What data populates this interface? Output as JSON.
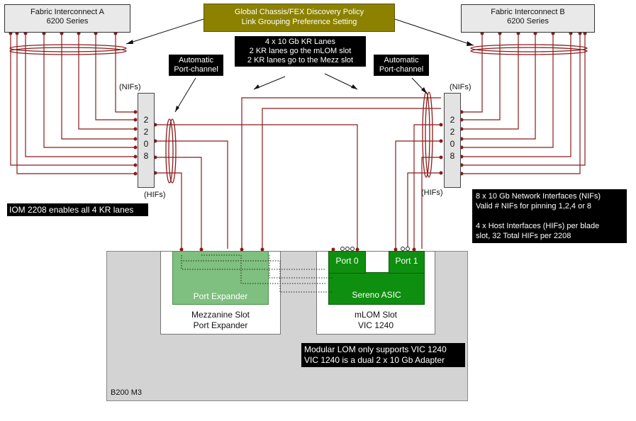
{
  "fi_a": {
    "name": "Fabric Interconnect A",
    "series": "6200 Series"
  },
  "fi_b": {
    "name": "Fabric Interconnect B",
    "series": "6200 Series"
  },
  "policy": {
    "line1": "Global Chassis/FEX Discovery Policy",
    "line2": "Link Grouping Preference Setting"
  },
  "kr_note": {
    "line1": "4 x 10 Gb KR Lanes",
    "line2": "2 KR lanes go the mLOM slot",
    "line3": "2 KR lanes go to the Mezz slot"
  },
  "auto_pc_left": {
    "line1": "Automatic",
    "line2": "Port-channel"
  },
  "auto_pc_right": {
    "line1": "Automatic",
    "line2": "Port-channel"
  },
  "nifs_label": "(NIFs)",
  "hifs_label": "(HIFs)",
  "iom_digits": [
    "2",
    "2",
    "0",
    "8"
  ],
  "iom_note": "IOM 2208 enables all 4 KR lanes",
  "nif_note": {
    "line1": "8 x 10 Gb Network Interfaces (NIFs)",
    "line2": "Valid # NIFs for pinning 1,2,4 or 8",
    "line3": "4 x Host Interfaces (HIFs) per blade",
    "line4": "slot, 32 Total HIFs per 2208"
  },
  "mezz": {
    "expander": "Port Expander",
    "slot_line1": "Mezzanine Slot",
    "slot_line2": "Port Expander"
  },
  "mlom": {
    "port0": "Port 0",
    "port1": "Port 1",
    "asic": "Sereno ASIC",
    "slot_line1": "mLOM Slot",
    "slot_line2": "VIC 1240"
  },
  "vic_note": {
    "line1": "Modular LOM only supports VIC 1240",
    "line2": "VIC 1240 is a dual 2 x 10 Gb Adapter"
  },
  "chassis_label": "B200 M3",
  "colors": {
    "link": "#8b1a1a",
    "olive": "#8c8200",
    "green": "#0f8f0f",
    "light_green": "#7fbf7f",
    "chassis": "#d3d3d3"
  }
}
